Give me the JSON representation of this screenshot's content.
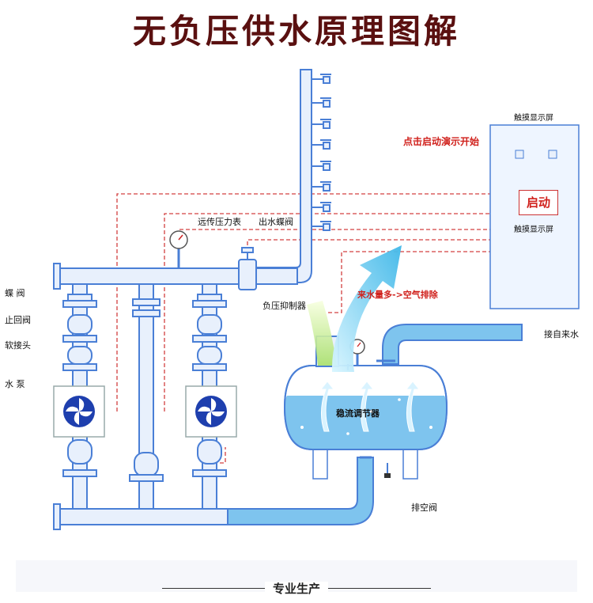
{
  "title": "无负压供水原理图解",
  "labels": {
    "butterfly_valve": "蝶 阀",
    "check_valve": "止回阀",
    "soft_joint": "软接头",
    "pump": "水 泵",
    "remote_gauge": "远传压力表",
    "outlet_valve": "出水蝶阀",
    "neg_pressure_suppressor": "负压抑制器",
    "stabilizer_tank": "稳流调节器",
    "drain_valve": "排空阀",
    "inlet": "接自来水",
    "air_note": "来水量多->空气排除",
    "click_note": "点击启动演示开始",
    "screen_top": "触摸显示屏",
    "screen_bottom": "触摸显示屏",
    "start_button": "启动"
  },
  "footer": "专业生产",
  "colors": {
    "pipe": "#4a7fd6",
    "pipe_fill": "#e8f0fc",
    "water": "#7ec4ee",
    "signal": "#d34040",
    "title": "#5a1010",
    "accent_red": "#d0211c"
  }
}
